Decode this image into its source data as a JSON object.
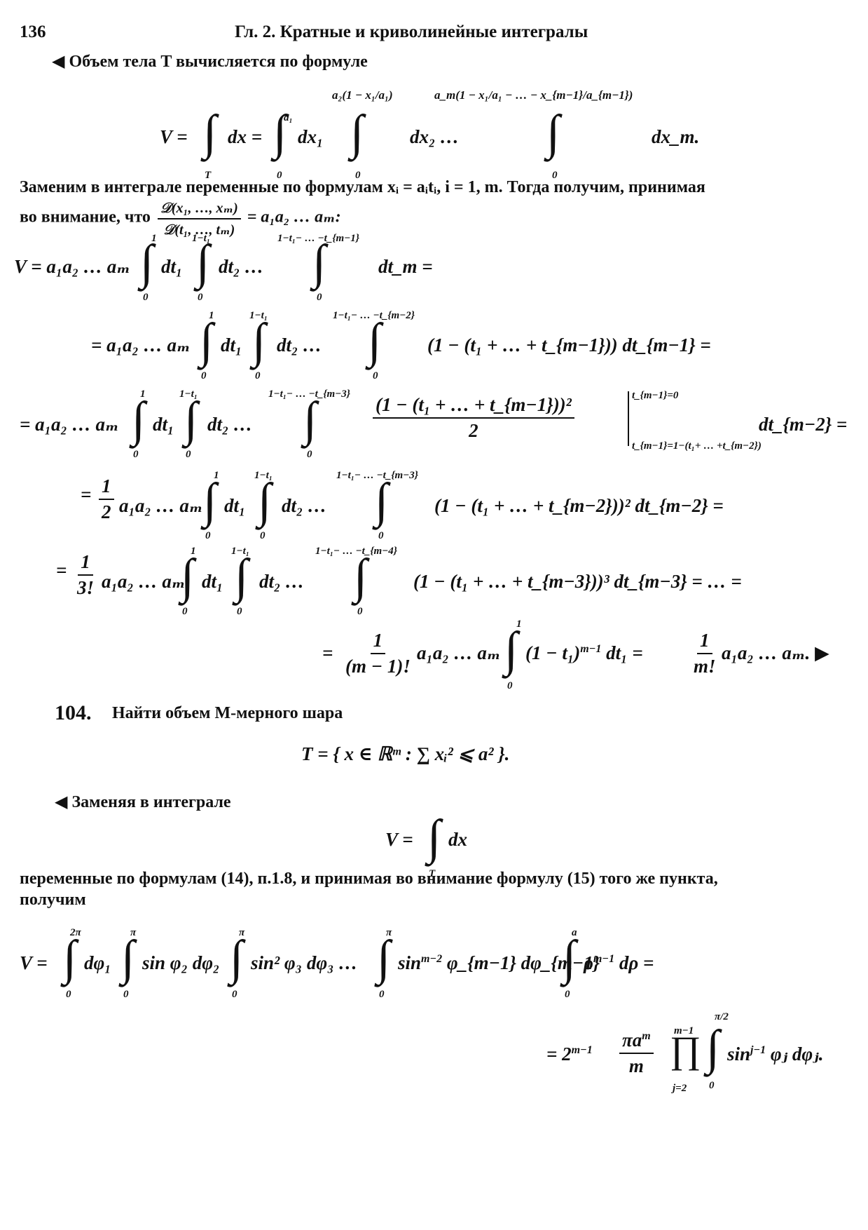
{
  "header": {
    "page_number": "136",
    "running_title": "Гл. 2. Кратные и криволинейные интегралы"
  },
  "solution_103": {
    "intro": "◀ Объем тела T вычисляется по формуле",
    "text_change_line1": "Заменим в интеграле переменные по формулам xᵢ = aᵢtᵢ, i = 1, m. Тогда получим, принимая",
    "text_change_line2": "во внимание, что",
    "jacobian_tail": "= a₁a₂ … aₘ:"
  },
  "problem_104": {
    "number": "104.",
    "statement": "Найти объем M-мерного шара",
    "set_def": "T = { x ∈ ℝᵐ : ∑ xᵢ² ⩽ a² }.",
    "replace_intro": "◀ Заменяя в интеграле",
    "after_line1": "переменные по формулам (14), п.1.8, и принимая во внимание формулу (15) того же пункта,",
    "after_line2": "получим"
  }
}
